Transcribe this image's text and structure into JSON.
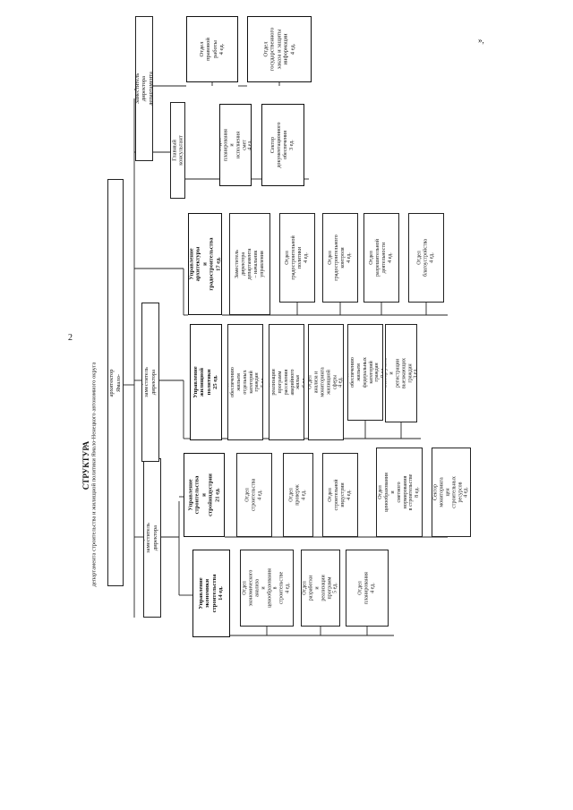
{
  "page_number": "2",
  "corner_mark": "»,",
  "header": {
    "title": "СТРУКТУРА",
    "subtitle": "департамента строительства и жилищной политики Ямало-Ненецкого автономного округа"
  },
  "director": "Директор департамента – главный архитектор Ямало-Ненецкого автономного округа",
  "branches": [
    {
      "head": "Первый заместитель директора департамента",
      "departments": [
        {
          "name": "Управление экономики строительства\n14 ед.",
          "units": [
            "Отдел экономического анализа\nи ценообразования в\nстроительстве\n4 ед.",
            "Отдел разработки и\nреализации программ\n5 ед.",
            "Отдел\nпланирования\n4 ед."
          ]
        },
        {
          "name": "Управление строительства\nи стройиндустрии\n21 ед.",
          "units": [
            "Отдел строительства\n4 ед.",
            "Отдел проверок\n4 ед.",
            "Отдел строительной\nиндустрии\n4 ед.",
            "Отдел ценообразования и\nсметного нормирования\nв строительстве\n8 ед.",
            "Сектор мониторинга цен\nстроительных ресурсов\n4 ед."
          ]
        }
      ]
    },
    {
      "head": "Первый заместитель директора департамента",
      "departments": [
        {
          "name": "Управление жилищной политики\n25 ед.",
          "units": [
            "Отдел по обеспечению жильем\nотдельных категорий граждан\n5 ед.",
            "Отдел по реализации программ\nрасселения аварийного жилья\n6 ед.",
            "Отдел анализа и мониторинга\nжилищной сферы\n4 ед.",
            "Отдел по обеспечению жильем\nфедеральных категорий граждан\n9 ед.",
            "Сектор учета и регистрации\nвыезжающих граждан\n3 ед."
          ]
        }
      ]
    },
    {
      "head": "",
      "departments": [
        {
          "name": "Управление архитектуры\nи градостроительства\n17 ед.",
          "units": [
            "Заместитель директора\nдепартамента – начальник\nуправления",
            "Отдел градостроительной\nполитики\n4 ед.",
            "Отдел градостроительного\nконтроля\n4 ед.",
            "Отдел разрешительной\nдеятельности\n4 ед.",
            "Отдел благоустройства\n4 ед."
          ]
        }
      ]
    },
    {
      "head": "Главный консультант",
      "departments": [
        {
          "name": "",
          "units": [
            "Отдел планирования и\nисполнения смет\n4 ед.",
            "Сектор\nдокументационного\nобеспечения\n3 ед."
          ]
        }
      ]
    },
    {
      "head": "Заместитель директора департамента",
      "departments": [
        {
          "name": "",
          "units": [
            "Отдел правовой\nработы\n4 ед.",
            "Отдел\nгосударственного\nзаказа и защиты\nинформации\n4 ед."
          ]
        }
      ]
    }
  ]
}
